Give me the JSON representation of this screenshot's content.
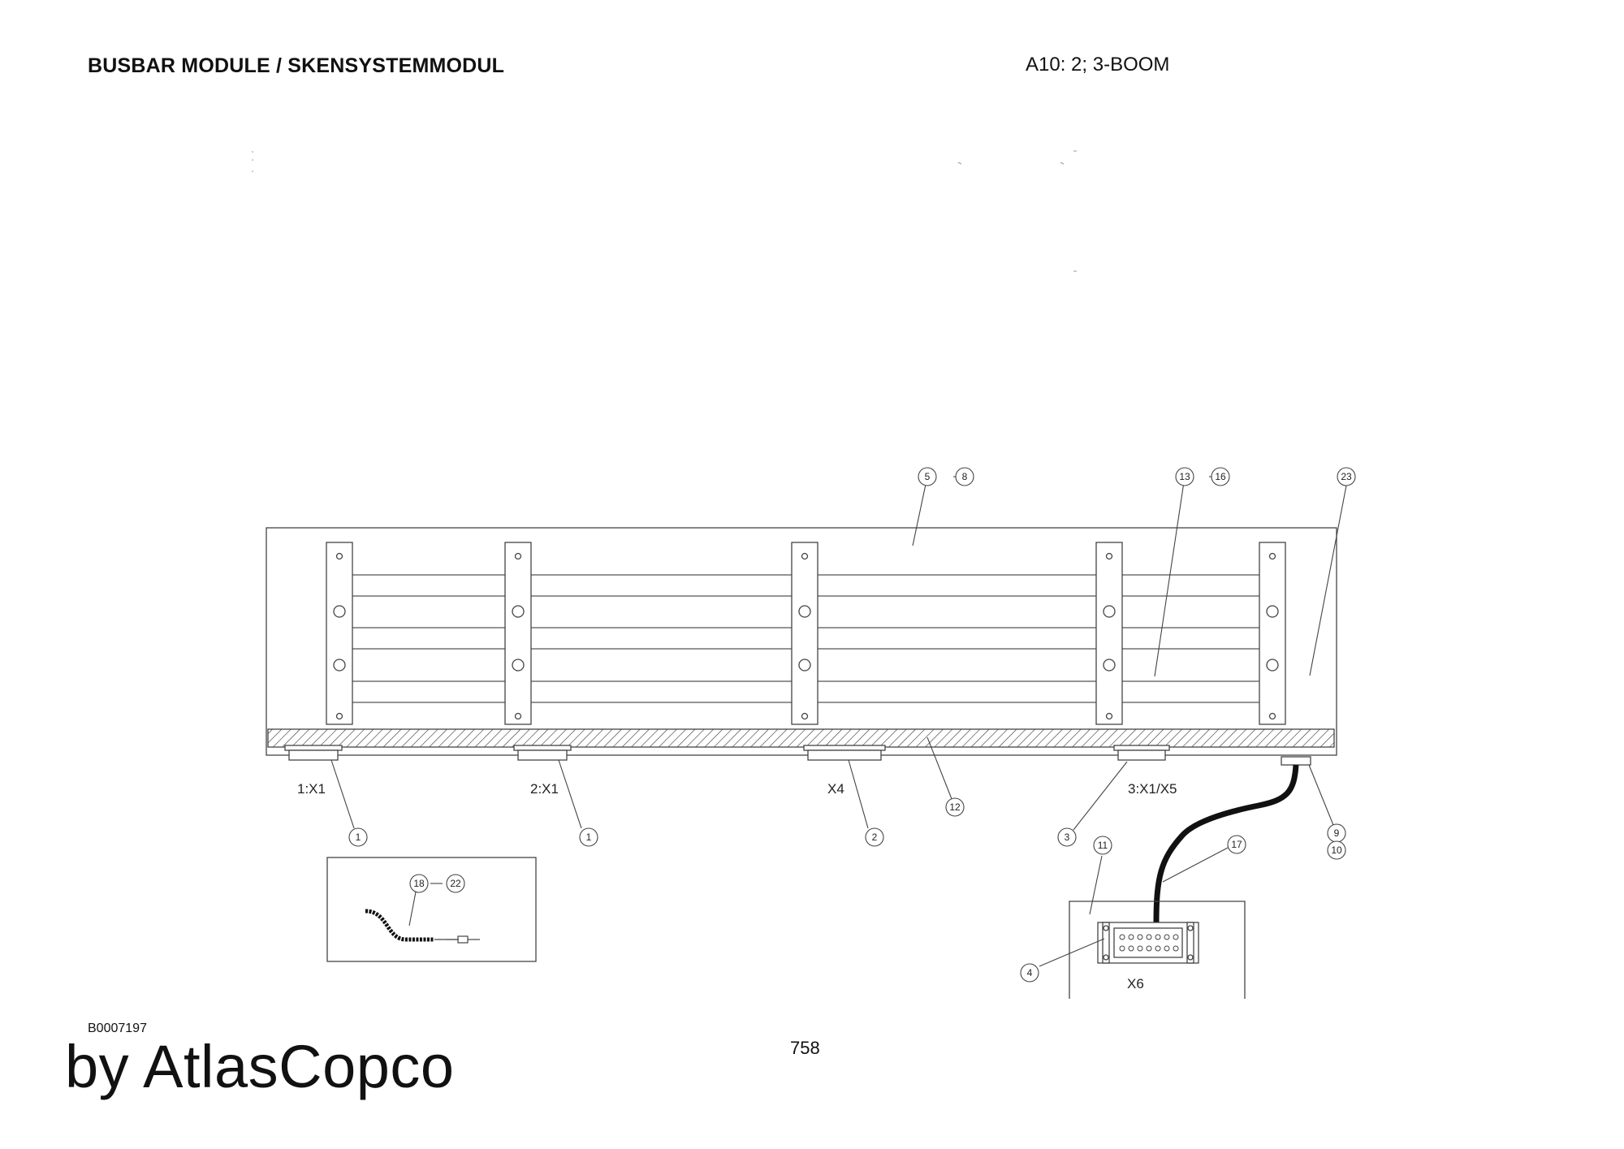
{
  "header": {
    "title": "BUSBAR MODULE / SKENSYSTEMMODUL",
    "subtitle": "A10: 2; 3-BOOM"
  },
  "diagram": {
    "connector_labels": {
      "c1": "1:X1",
      "c2": "2:X1",
      "c3": "X4",
      "c4": "3:X1/X5",
      "c5": "X6"
    },
    "callouts": {
      "n1": "1",
      "n2": "2",
      "n3": "3",
      "n4": "4",
      "n5": "5",
      "n8": "8",
      "n9": "9",
      "n10": "10",
      "n11": "11",
      "n12": "12",
      "n13": "13",
      "n16": "16",
      "n17": "17",
      "n18": "18",
      "n22": "22",
      "n23": "23"
    }
  },
  "footer": {
    "doc_code": "B0007197",
    "page_number": "758",
    "publisher": "by AtlasCopco"
  }
}
